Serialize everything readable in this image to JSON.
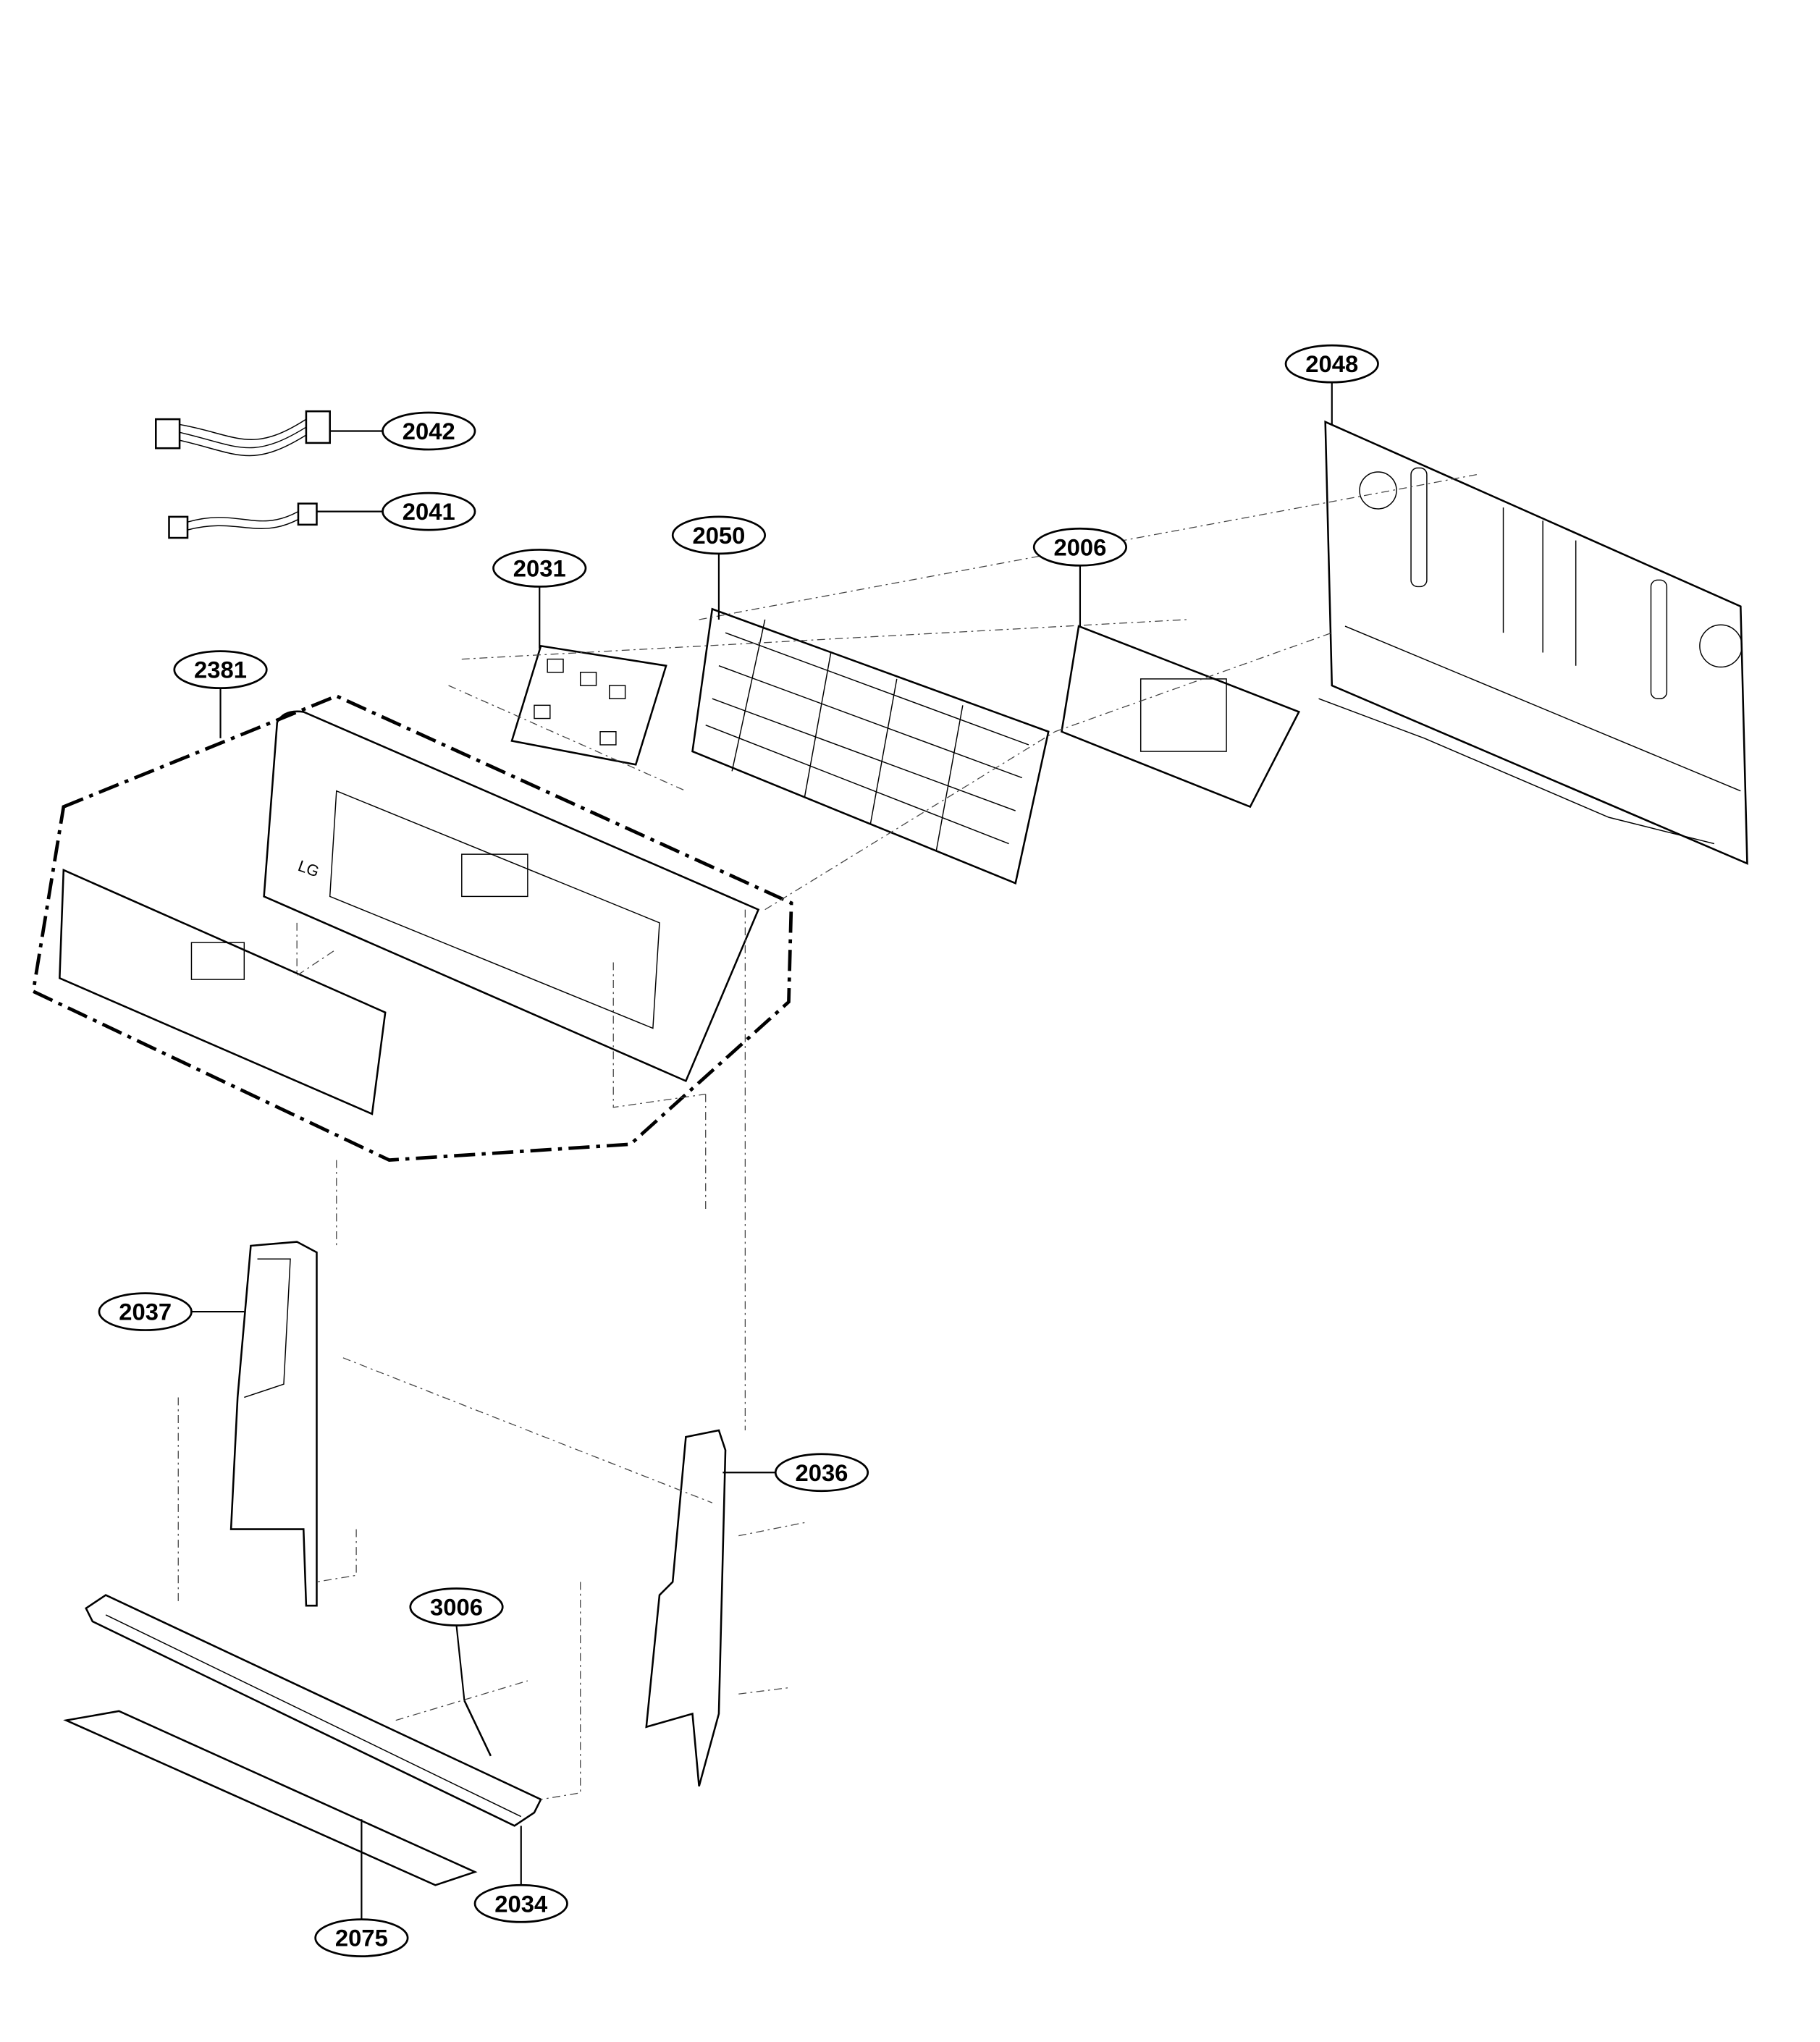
{
  "diagram": {
    "callouts": [
      {
        "id": "2042",
        "label": "2042"
      },
      {
        "id": "2041",
        "label": "2041"
      },
      {
        "id": "2050",
        "label": "2050"
      },
      {
        "id": "2031",
        "label": "2031"
      },
      {
        "id": "2006",
        "label": "2006"
      },
      {
        "id": "2048",
        "label": "2048"
      },
      {
        "id": "2381",
        "label": "2381"
      },
      {
        "id": "2037",
        "label": "2037"
      },
      {
        "id": "2036",
        "label": "2036"
      },
      {
        "id": "3006",
        "label": "3006"
      },
      {
        "id": "2034",
        "label": "2034"
      },
      {
        "id": "2075",
        "label": "2075"
      }
    ],
    "logo_text": "LG"
  }
}
